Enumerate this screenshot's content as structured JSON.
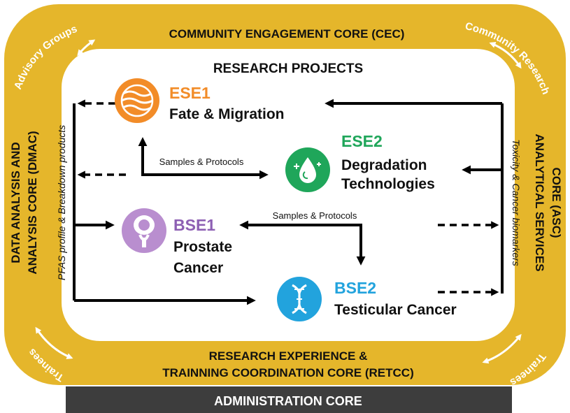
{
  "cores": {
    "community": "COMMUNITY ENGAGEMENT CORE (CEC)",
    "dmac_line1": "DATA ANALYSIS AND",
    "dmac_line2": "ANALYSIS CORE (DMAC)",
    "asc_line1": "ANALYTICAL SERVICES",
    "asc_line2": "CORE (ASC)",
    "retcc_line1": "RESEARCH EXPERIENCE &",
    "retcc_line2": "TRAINNING COORDINATION CORE (RETCC)",
    "admin": "ADMINISTRATION CORE"
  },
  "research_title": "RESEARCH PROJECTS",
  "corner_labels": {
    "advisory": "Advisory Groups",
    "community_research": "Community Research",
    "trainees_left": "Trainees",
    "trainees_right": "Trainees"
  },
  "side_labels": {
    "left": "PFAS profile & Breakdown  products",
    "right": "Toxicity & Cancer biomarkers"
  },
  "flow_labels": {
    "samples1": "Samples & Protocols",
    "samples2": "Samples & Protocols"
  },
  "projects": {
    "ese1": {
      "code": "ESE1",
      "name": "Fate & Migration",
      "color": "#f28c28",
      "icon": "water-layers-icon"
    },
    "ese2": {
      "code": "ESE2",
      "name1": "Degradation",
      "name2": "Technologies",
      "color": "#1fa65a",
      "icon": "droplet-sparkle-icon"
    },
    "bse1": {
      "code": "BSE1",
      "name1": "Prostate",
      "name2": "Cancer",
      "color": "#8d5fb3",
      "icon": "prostate-icon"
    },
    "bse2": {
      "code": "BSE2",
      "name": "Testicular Cancer",
      "color": "#22a3dd",
      "icon": "dna-icon"
    }
  },
  "colors": {
    "frame": "#e5b62b",
    "admin_bar": "#3d3d3d",
    "arrow": "#000000"
  }
}
